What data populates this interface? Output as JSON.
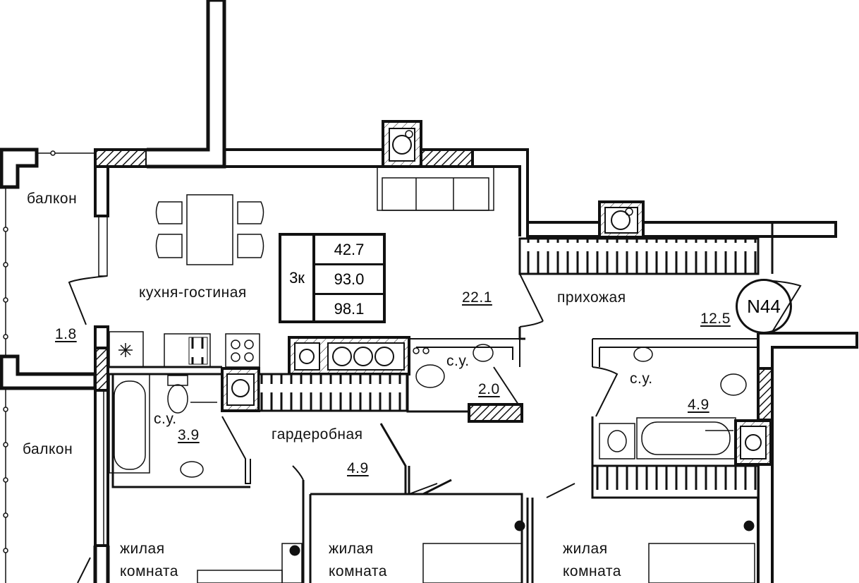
{
  "plan": {
    "apartment_number": "N44",
    "summary": {
      "rooms": "3к",
      "living_area": "42.7",
      "total_area": "93.0",
      "total_area_with_balcony": "98.1"
    },
    "rooms": [
      {
        "name": "балкон",
        "area": "1.8"
      },
      {
        "name": "кухня-гостиная",
        "area": "22.1"
      },
      {
        "name": "прихожая",
        "area": "12.5"
      },
      {
        "name": "с.у.",
        "area": "2.0"
      },
      {
        "name": "с.у.",
        "area": "3.9"
      },
      {
        "name": "с.у.",
        "area": "4.9"
      },
      {
        "name": "гардеробная",
        "area": "4.9"
      },
      {
        "name": "балкон"
      },
      {
        "name": "жилая комната"
      },
      {
        "name": "жилая комната"
      },
      {
        "name": "жилая комната"
      }
    ]
  }
}
